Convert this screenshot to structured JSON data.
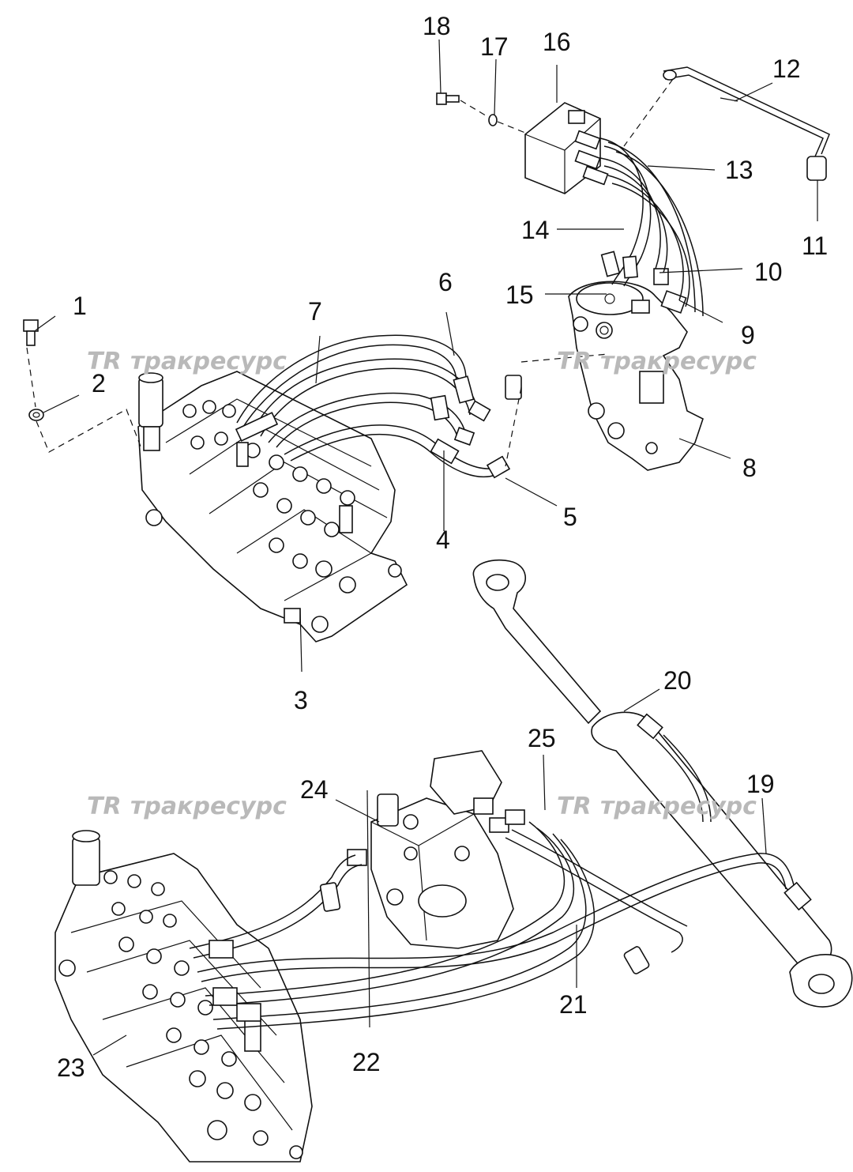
{
  "watermark": {
    "text": "тракресурс",
    "logo_text": "TR",
    "color": "#b9b9b9"
  },
  "callouts": [
    {
      "id": "1",
      "label": "1"
    },
    {
      "id": "2",
      "label": "2"
    },
    {
      "id": "3",
      "label": "3"
    },
    {
      "id": "4",
      "label": "4"
    },
    {
      "id": "5",
      "label": "5"
    },
    {
      "id": "6",
      "label": "6"
    },
    {
      "id": "7",
      "label": "7"
    },
    {
      "id": "8",
      "label": "8"
    },
    {
      "id": "9",
      "label": "9"
    },
    {
      "id": "10",
      "label": "10"
    },
    {
      "id": "11",
      "label": "11"
    },
    {
      "id": "12",
      "label": "12"
    },
    {
      "id": "13",
      "label": "13"
    },
    {
      "id": "14",
      "label": "14"
    },
    {
      "id": "15",
      "label": "15"
    },
    {
      "id": "16",
      "label": "16"
    },
    {
      "id": "17",
      "label": "17"
    },
    {
      "id": "18",
      "label": "18"
    },
    {
      "id": "19",
      "label": "19"
    },
    {
      "id": "20",
      "label": "20"
    },
    {
      "id": "21",
      "label": "21"
    },
    {
      "id": "22",
      "label": "22"
    },
    {
      "id": "23",
      "label": "23"
    },
    {
      "id": "24",
      "label": "24"
    },
    {
      "id": "25",
      "label": "25"
    }
  ]
}
